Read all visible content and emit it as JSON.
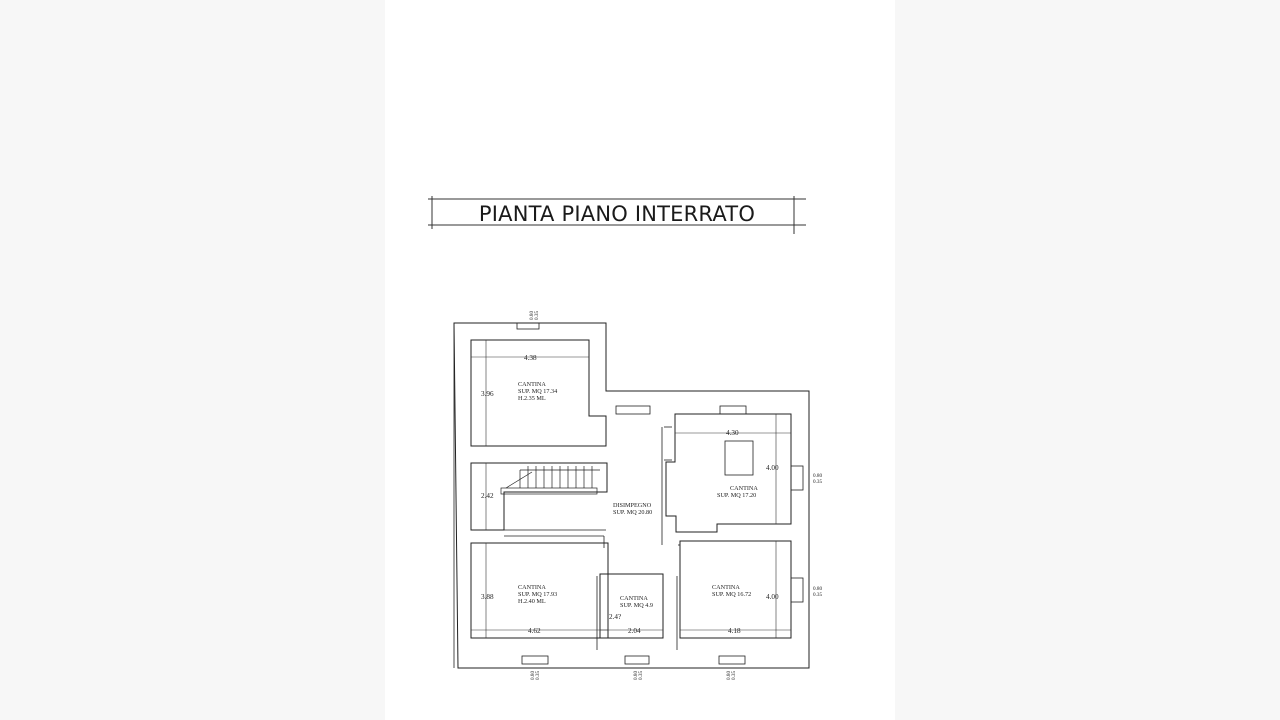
{
  "title": "PIANTA PIANO INTERRATO",
  "rooms": [
    {
      "name": "CANTINA",
      "area": "SUP. MQ 17.34",
      "height": "H.2.35 ML"
    },
    {
      "name": "CANTINA",
      "area": "SUP. MQ 17.20",
      "height": ""
    },
    {
      "name": "DISIMPEGNO",
      "area": "SUP. MQ 20.80",
      "height": ""
    },
    {
      "name": "CANTINA",
      "area": "SUP. MQ 17.93",
      "height": "H.2.40 ML"
    },
    {
      "name": "CANTINA",
      "area": "SUP. MQ 4.9",
      "height": ""
    },
    {
      "name": "CANTINA",
      "area": "SUP. MQ 16.72",
      "height": ""
    }
  ],
  "dimensions": {
    "top_left_width": "4.38",
    "top_left_height": "3.96",
    "top_right_width": "4.30",
    "top_right_height": "4.00",
    "middle_left_height": "2.42",
    "bottom_left_height": "3.88",
    "bottom_left_width": "4.62",
    "bottom_center_width": "2.04",
    "bottom_center_height": "2.4?",
    "bottom_right_width": "4.18",
    "bottom_right_height": "4.00"
  },
  "windows": {
    "top": [
      "0.80",
      "0.35"
    ],
    "right_upper": [
      "0.80",
      "0.35"
    ],
    "right_lower": [
      "0.80",
      "0.35"
    ],
    "bottom_left": [
      "0.80",
      "0.35"
    ],
    "bottom_center": [
      "0.80",
      "0.35"
    ],
    "bottom_right": [
      "0.80",
      "0.35"
    ]
  }
}
